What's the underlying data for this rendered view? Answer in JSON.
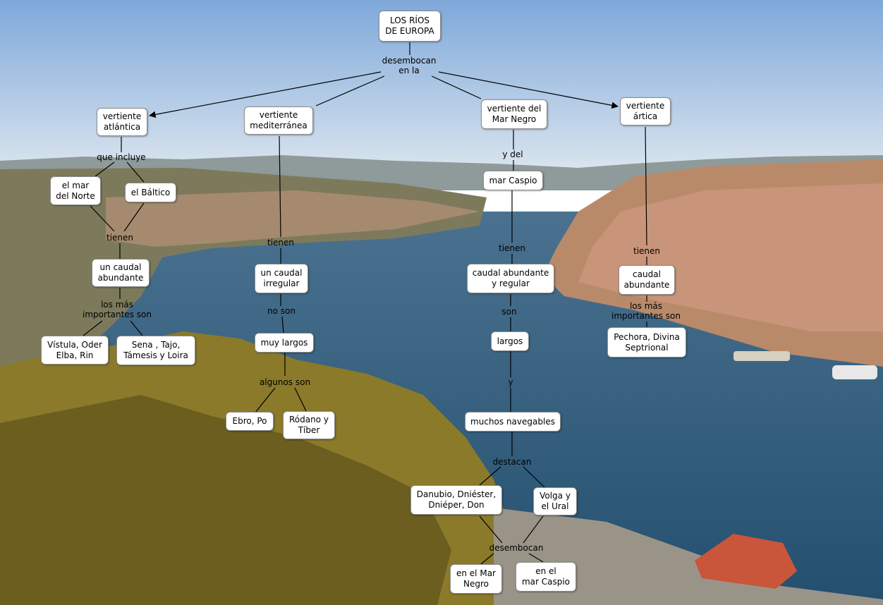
{
  "nodes": {
    "root": "LOS RÍOS\nDE EUROPA",
    "atl": "vertiente\natlántica",
    "med": "vertiente\nmediterránea",
    "mn": "vertiente del\nMar Negro",
    "art": "vertiente\nártica",
    "norte": "el mar\ndel Norte",
    "baltico": "el Báltico",
    "atl_caudal": "un caudal\nabundante",
    "vistula": "Vístula, Oder\nElba, Rin",
    "sena": "Sena , Tajo,\nTámesis y Loira",
    "med_caudal": "un caudal\nirregular",
    "muy_largos": "muy largos",
    "ebro": "Ebro, Po",
    "rodano": "Ródano y\nTíber",
    "caspio": "mar Caspio",
    "mn_caudal": "caudal abundante\ny regular",
    "largos": "largos",
    "navegables": "muchos navegables",
    "danubio": "Danubio, Dniéster,\nDniéper, Don",
    "volga": "Volga y\nel Ural",
    "en_mar_negro": "en el Mar\nNegro",
    "en_mar_caspio": "en el\nmar Caspio",
    "art_caudal": "caudal\nabundante",
    "pechora": "Pechora, Divina\nSeptrional"
  },
  "links": {
    "desembocan_en_la": "desembocan\nen la",
    "que_incluye": "que incluye",
    "tienen_atl": "tienen",
    "mas_importantes_atl": "los más\nimportantes son",
    "tienen_med": "tienen",
    "no_son": "no son",
    "algunos_son": "algunos son",
    "y_del": "y del",
    "tienen_mn": "tienen",
    "son": "son",
    "y": "y",
    "destacan": "destacan",
    "desembocan": "desembocan",
    "tienen_art": "tienen",
    "mas_importantes_art": "los más\nimportantes son"
  },
  "colors": {
    "sky_top": "#7ea8da",
    "sky_bottom": "#d9e4ee",
    "river": "#2f5f7d",
    "trees": "#8a7a2a",
    "city": "#b98a6a"
  }
}
